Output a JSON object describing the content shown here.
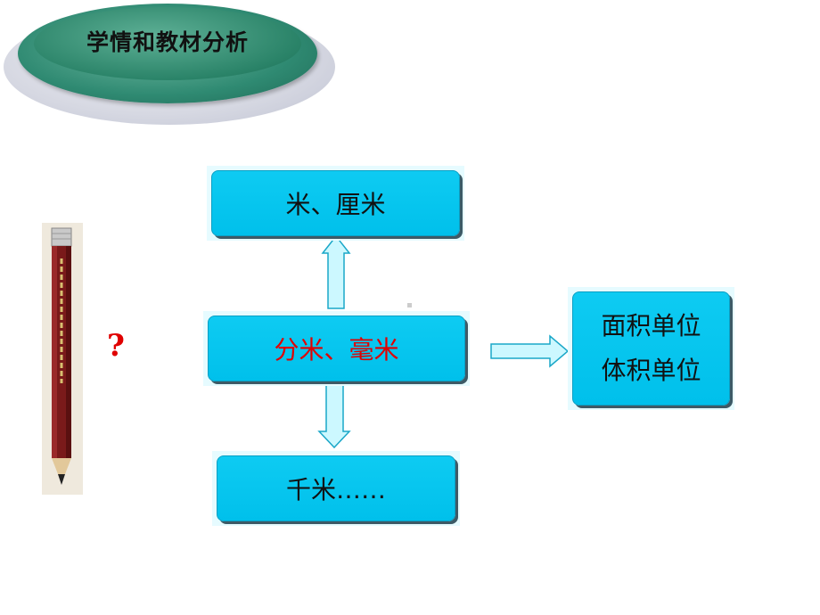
{
  "title": "学情和教材分析",
  "question_mark": "?",
  "boxes": {
    "top": "米、厘米",
    "center": "分米、毫米",
    "bottom": "千米……",
    "right_line1": "面积单位",
    "right_line2": "体积单位"
  },
  "colors": {
    "box_fill": "#00c2ee",
    "highlight_text": "#e00000",
    "badge_green": "#2f8a72",
    "arrow_fill": "#ccf8ff"
  },
  "icons": [
    "pencil-icon"
  ]
}
